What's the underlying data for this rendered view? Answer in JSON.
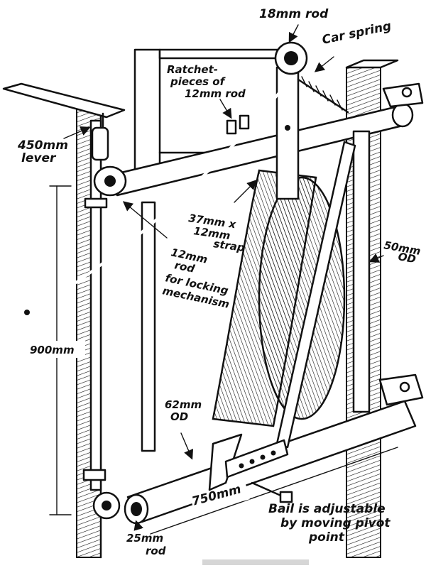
{
  "labels": {
    "rod_18": "18mm rod",
    "car_spring": "Car spring",
    "ratchet_line1": "Ratchet-",
    "ratchet_line2": "pieces of",
    "ratchet_line3": "12mm rod",
    "lever_line1": "450mm",
    "lever_line2": "lever",
    "strap_line1": "37mm x",
    "strap_line2": "12mm",
    "strap_line3": "strap",
    "od50_line1": "50mm",
    "od50_line2": "OD",
    "lock_line1": "12mm",
    "lock_line2": "rod",
    "lock_line3": "for locking",
    "lock_line4": "mechanism",
    "height_900": "900mm",
    "od62_line1": "62mm",
    "od62_line2": "OD",
    "width_750": "750mm",
    "rod25_line1": "25mm",
    "rod25_line2": "rod",
    "bail_line1": "Bail is adjustable",
    "bail_line2": "by moving pivot",
    "bail_line3": "point"
  },
  "colors": {
    "ink": "#111111",
    "paper": "#ffffff"
  }
}
